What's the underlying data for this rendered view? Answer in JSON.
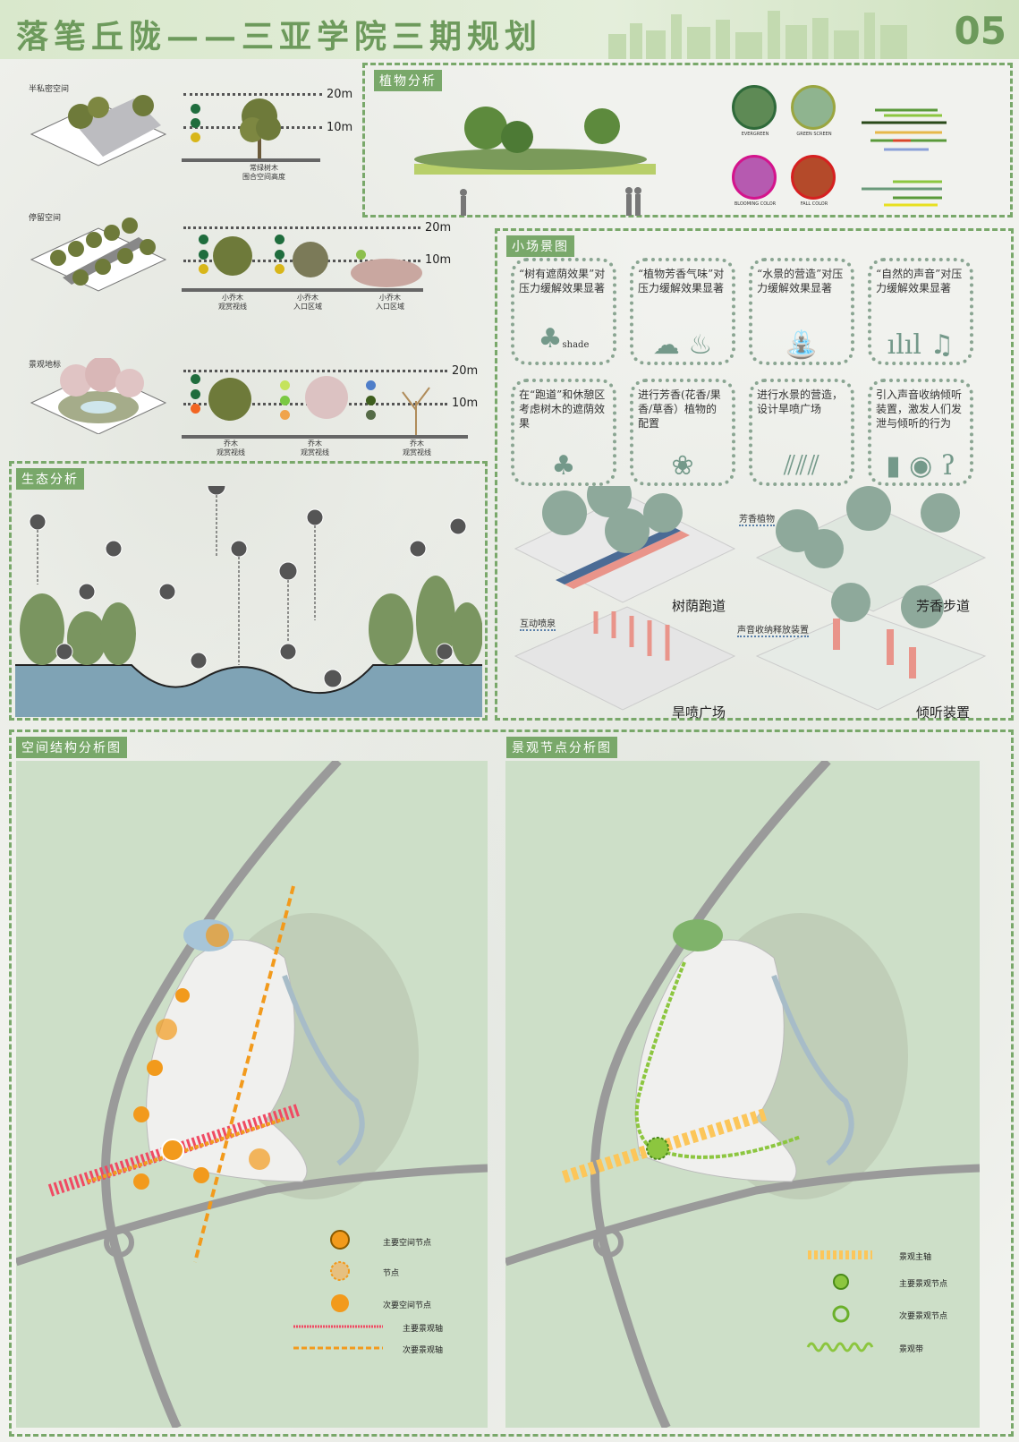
{
  "header": {
    "title": "落笔丘陇——三亚学院三期规划",
    "page_number": "05"
  },
  "planting_sections": [
    {
      "label": "半私密空间",
      "trees": [
        {
          "caption": "常绿树木\n围合空间高度"
        }
      ]
    },
    {
      "label": "停留空间",
      "trees": [
        {
          "caption": "小乔木\n观赏视线"
        },
        {
          "caption": "小乔木\n入口区域"
        },
        {
          "caption": "小乔木\n入口区域"
        }
      ]
    },
    {
      "label": "景观地标",
      "trees": [
        {
          "caption": "乔木\n观赏视线"
        },
        {
          "caption": "乔木\n观赏视线"
        },
        {
          "caption": "乔木\n观赏视线"
        }
      ]
    }
  ],
  "heights": {
    "h20": "20m",
    "h10": "10m"
  },
  "plant_analysis": {
    "title": "植物分析",
    "circles": [
      "EVERGREEN",
      "GREEN SCREEN",
      "BLOOMING COLOR",
      "FALL COLOR"
    ]
  },
  "scenes": {
    "title": "小场景图",
    "cards": [
      "“树有遮荫效果”对压力缓解效果显著",
      "“植物芳香气味”对压力缓解效果显著",
      "“水景的营造”对压力缓解效果显著",
      "“自然的声音”对压力缓解效果显著",
      "在“跑道”和休憩区考虑树木的遮荫效果",
      "进行芳香(花香/果香/草香）植物的配置",
      "进行水景的营造，设计旱喷广场",
      "引入声音收纳倾听装置，激发人们发泄与倾听的行为"
    ],
    "shade_word": "shade",
    "captions": [
      "树荫跑道",
      "芳香步道",
      "旱喷广场",
      "倾听装置"
    ],
    "notes": [
      "芳香植物",
      "互动喷泉",
      "声音收纳释放装置"
    ]
  },
  "ecology": {
    "title": "生态分析"
  },
  "spatial": {
    "title": "空间结构分析图",
    "legend": [
      "主要空间节点",
      "节点",
      "次要空间节点",
      "主要景观轴",
      "次要景观轴"
    ]
  },
  "landscape": {
    "title": "景观节点分析图",
    "legend": [
      "景观主轴",
      "主要景观节点",
      "次要景观节点",
      "景观带"
    ]
  },
  "colors": {
    "accent": "#79a86a",
    "orange": "#f29a1c",
    "red": "#ee3d5a",
    "lime": "#8cc63f"
  }
}
